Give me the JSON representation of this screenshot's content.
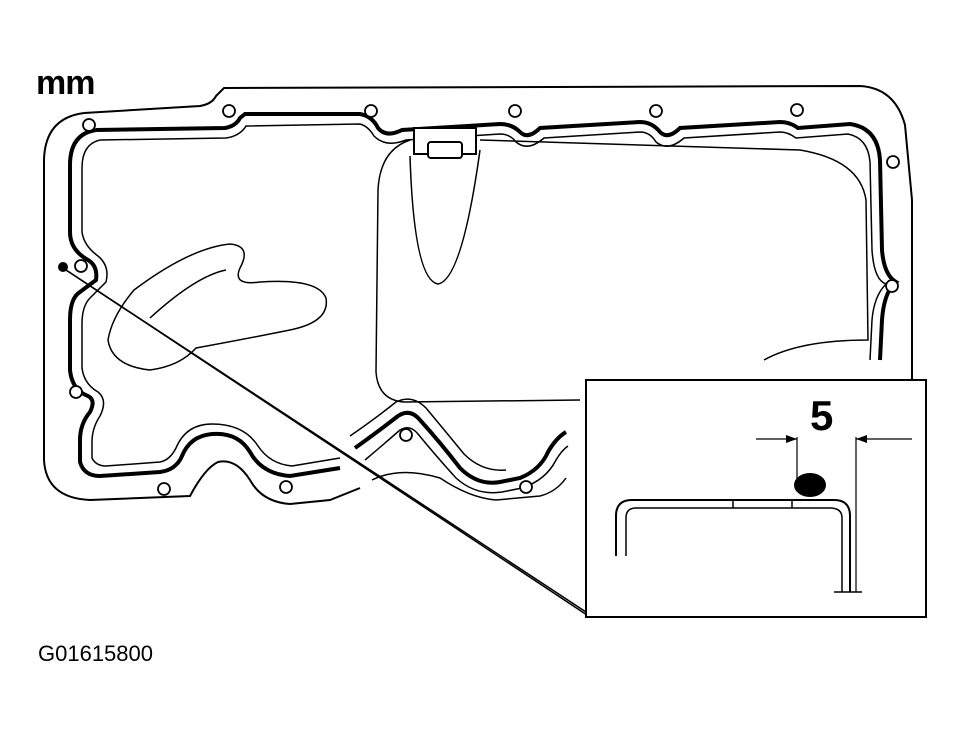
{
  "diagram": {
    "unit_label": "mm",
    "figure_id": "G01615800",
    "bead_dimension": "5"
  },
  "colors": {
    "line": "#000000",
    "background": "#ffffff"
  }
}
